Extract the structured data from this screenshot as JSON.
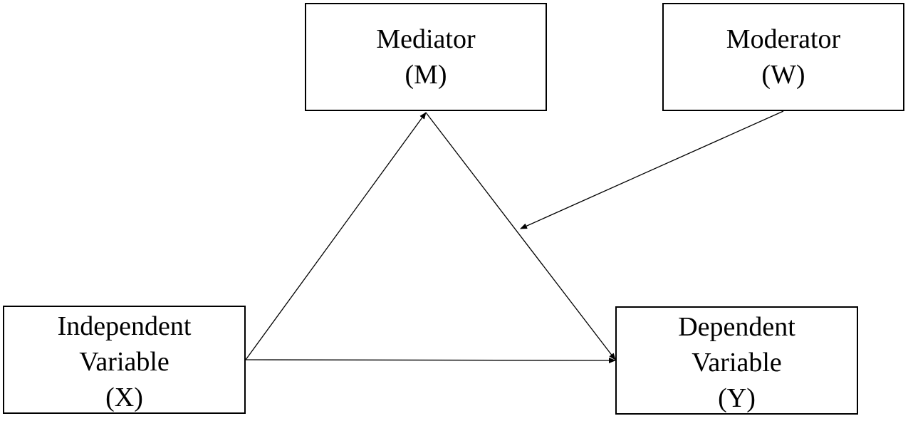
{
  "diagram": {
    "mediator": {
      "line1": "Mediator",
      "line2": "(M)"
    },
    "moderator": {
      "line1": "Moderator",
      "line2": "(W)"
    },
    "independent": {
      "line1": "Independent",
      "line2": "Variable",
      "line3": "(X)"
    },
    "dependent": {
      "line1": "Dependent",
      "line2": "Variable",
      "line3": "(Y)"
    },
    "line_color": "#000000"
  }
}
